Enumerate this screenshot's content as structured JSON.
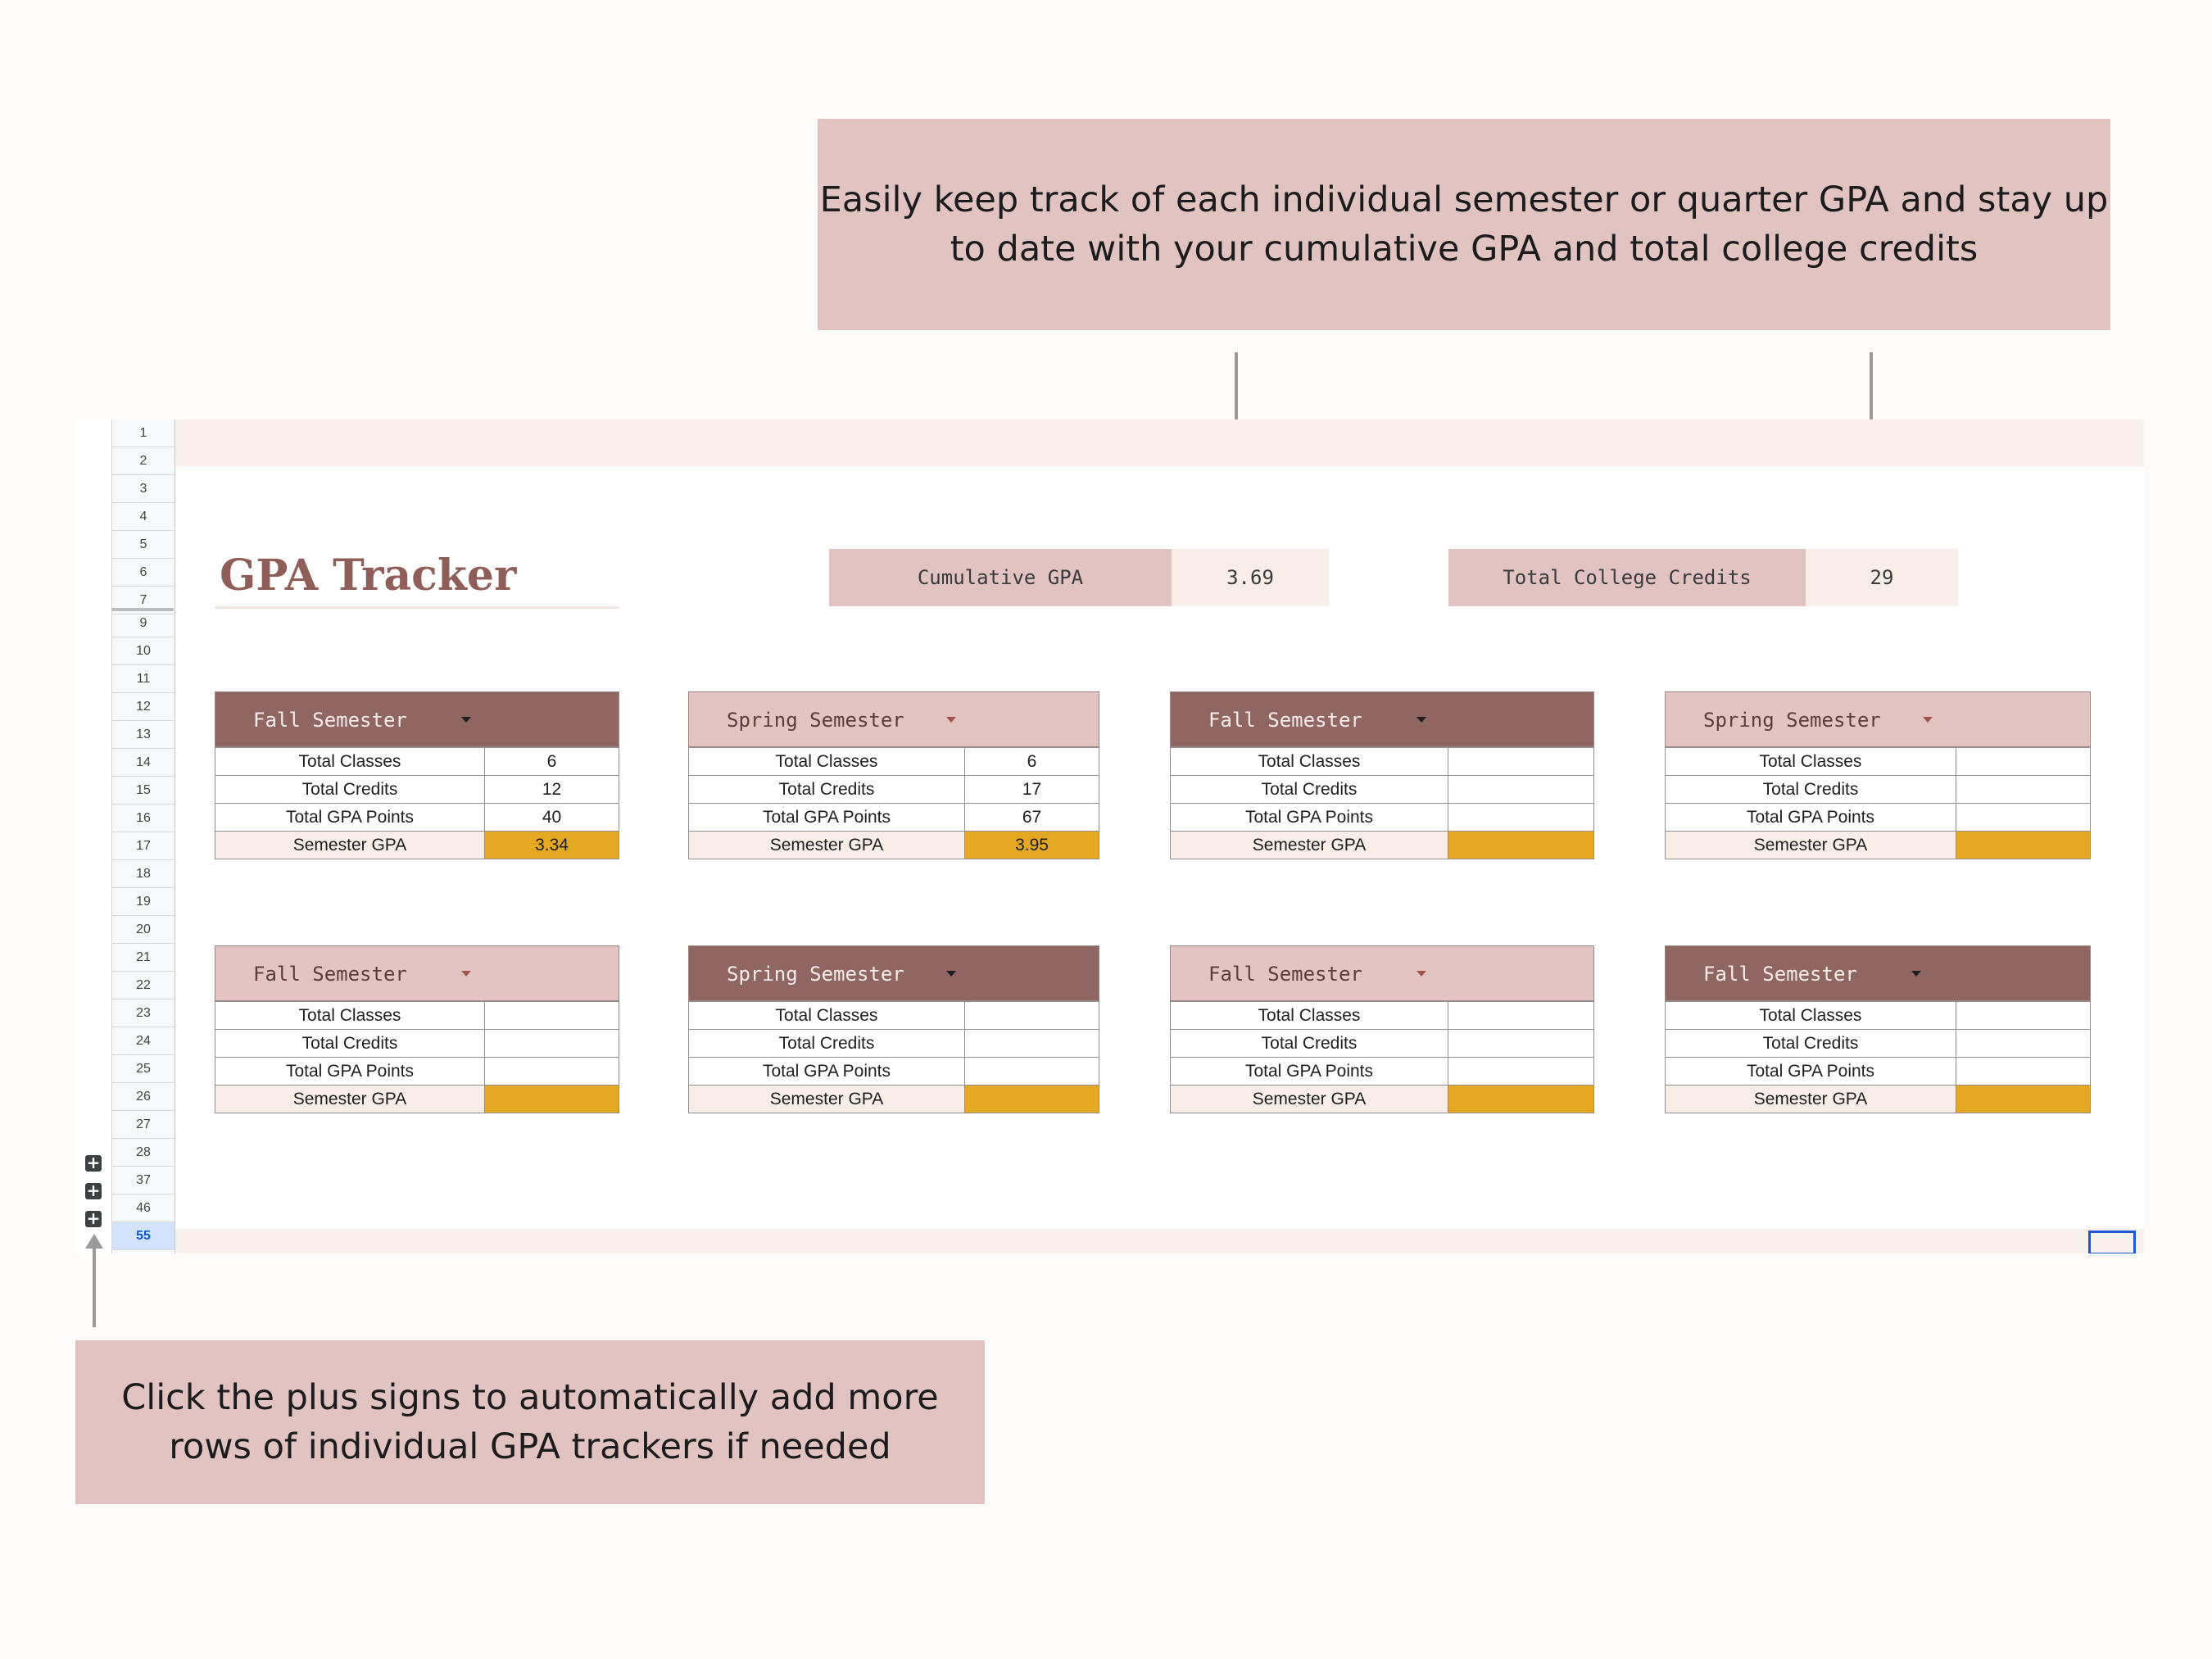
{
  "callouts": {
    "top": "Easily keep track of each individual semester or quarter GPA and stay up to date with your cumulative GPA and total college credits",
    "bottom": "Click the plus signs to automatically add more rows of individual GPA trackers if needed"
  },
  "sheet": {
    "title": "GPA Tracker",
    "cumulative_gpa_label": "Cumulative GPA",
    "cumulative_gpa_value": "3.69",
    "total_credits_label": "Total College Credits",
    "total_credits_value": "29",
    "row_numbers": [
      "1",
      "2",
      "3",
      "4",
      "5",
      "6",
      "7",
      "9",
      "10",
      "11",
      "12",
      "13",
      "14",
      "15",
      "16",
      "17",
      "18",
      "19",
      "20",
      "21",
      "22",
      "23",
      "24",
      "25",
      "26",
      "27",
      "28",
      "37",
      "46",
      "55"
    ],
    "selected_row": "55",
    "plus_icon": "+"
  },
  "trackers": [
    {
      "term": "Fall Semester",
      "style": "dark",
      "total_classes": "6",
      "total_credits": "12",
      "total_gpa_points": "40",
      "semester_gpa": "3.34"
    },
    {
      "term": "Spring Semester",
      "style": "light",
      "total_classes": "6",
      "total_credits": "17",
      "total_gpa_points": "67",
      "semester_gpa": "3.95"
    },
    {
      "term": "Fall Semester",
      "style": "dark",
      "total_classes": "",
      "total_credits": "",
      "total_gpa_points": "",
      "semester_gpa": ""
    },
    {
      "term": "Spring Semester",
      "style": "light",
      "total_classes": "",
      "total_credits": "",
      "total_gpa_points": "",
      "semester_gpa": ""
    },
    {
      "term": "Fall Semester",
      "style": "light",
      "total_classes": "",
      "total_credits": "",
      "total_gpa_points": "",
      "semester_gpa": ""
    },
    {
      "term": "Spring Semester",
      "style": "dark",
      "total_classes": "",
      "total_credits": "",
      "total_gpa_points": "",
      "semester_gpa": ""
    },
    {
      "term": "Fall Semester",
      "style": "light",
      "total_classes": "",
      "total_credits": "",
      "total_gpa_points": "",
      "semester_gpa": ""
    },
    {
      "term": "Fall Semester",
      "style": "dark",
      "total_classes": "",
      "total_credits": "",
      "total_gpa_points": "",
      "semester_gpa": ""
    }
  ],
  "row_labels": {
    "total_classes": "Total Classes",
    "total_credits": "Total Credits",
    "total_gpa_points": "Total GPA Points",
    "semester_gpa": "Semester GPA"
  },
  "colors": {
    "callout_bg": "#e1c4c1",
    "header_dark": "#8f6661",
    "header_light": "#e2c5c2",
    "gpa_highlight": "#e5a823",
    "title": "#8f5e58"
  }
}
